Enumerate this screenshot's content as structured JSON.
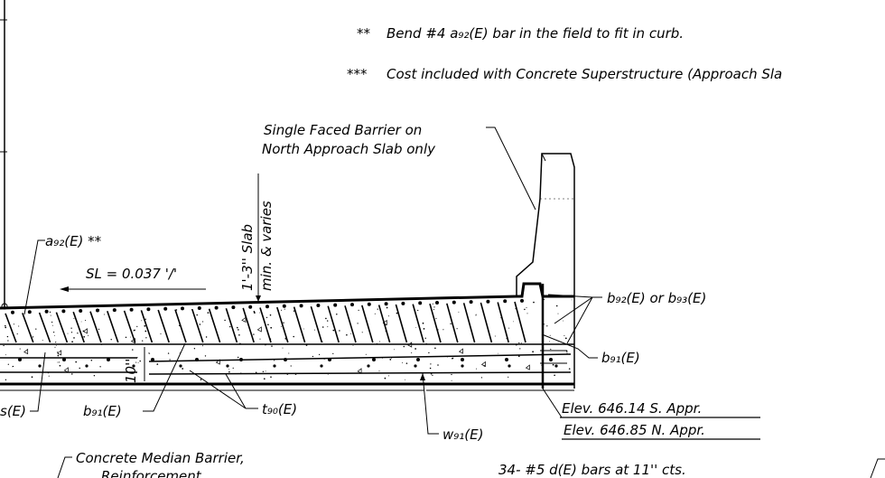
{
  "notes": {
    "note_bend_marker": "**",
    "note_bend_text": "Bend #4 a₉₂(E) bar in the field to fit in curb.",
    "note_cost_marker": "***",
    "note_cost_text": "Cost included with Concrete Superstructure (Approach Sla"
  },
  "labels": {
    "barrier_line1": "Single Faced Barrier on",
    "barrier_line2": "North Approach Slab only",
    "slab_line1": "1'-3'' Slab",
    "slab_line2": "min. & varies",
    "a92": "a₉₂(E) **",
    "slope": "SL = 0.037 '/'",
    "b92_b93": "b₉₂(E) or b₉₃(E)",
    "b91_right": "b₉₁(E)",
    "dim_10": "10''",
    "left_partial": "s(E)",
    "b91_bottom": "b₉₁(E)",
    "t90": "t₉₀(E)",
    "w91": "w₉₁(E)",
    "elev_south": "Elev. 646.14 S. Appr.",
    "elev_north": "Elev. 646.85 N. Appr.",
    "median_line1": "Concrete Median Barrier,",
    "median_line2": "Reinforcement",
    "d_bars": "34- #5 d(E) bars at 11'' cts."
  }
}
